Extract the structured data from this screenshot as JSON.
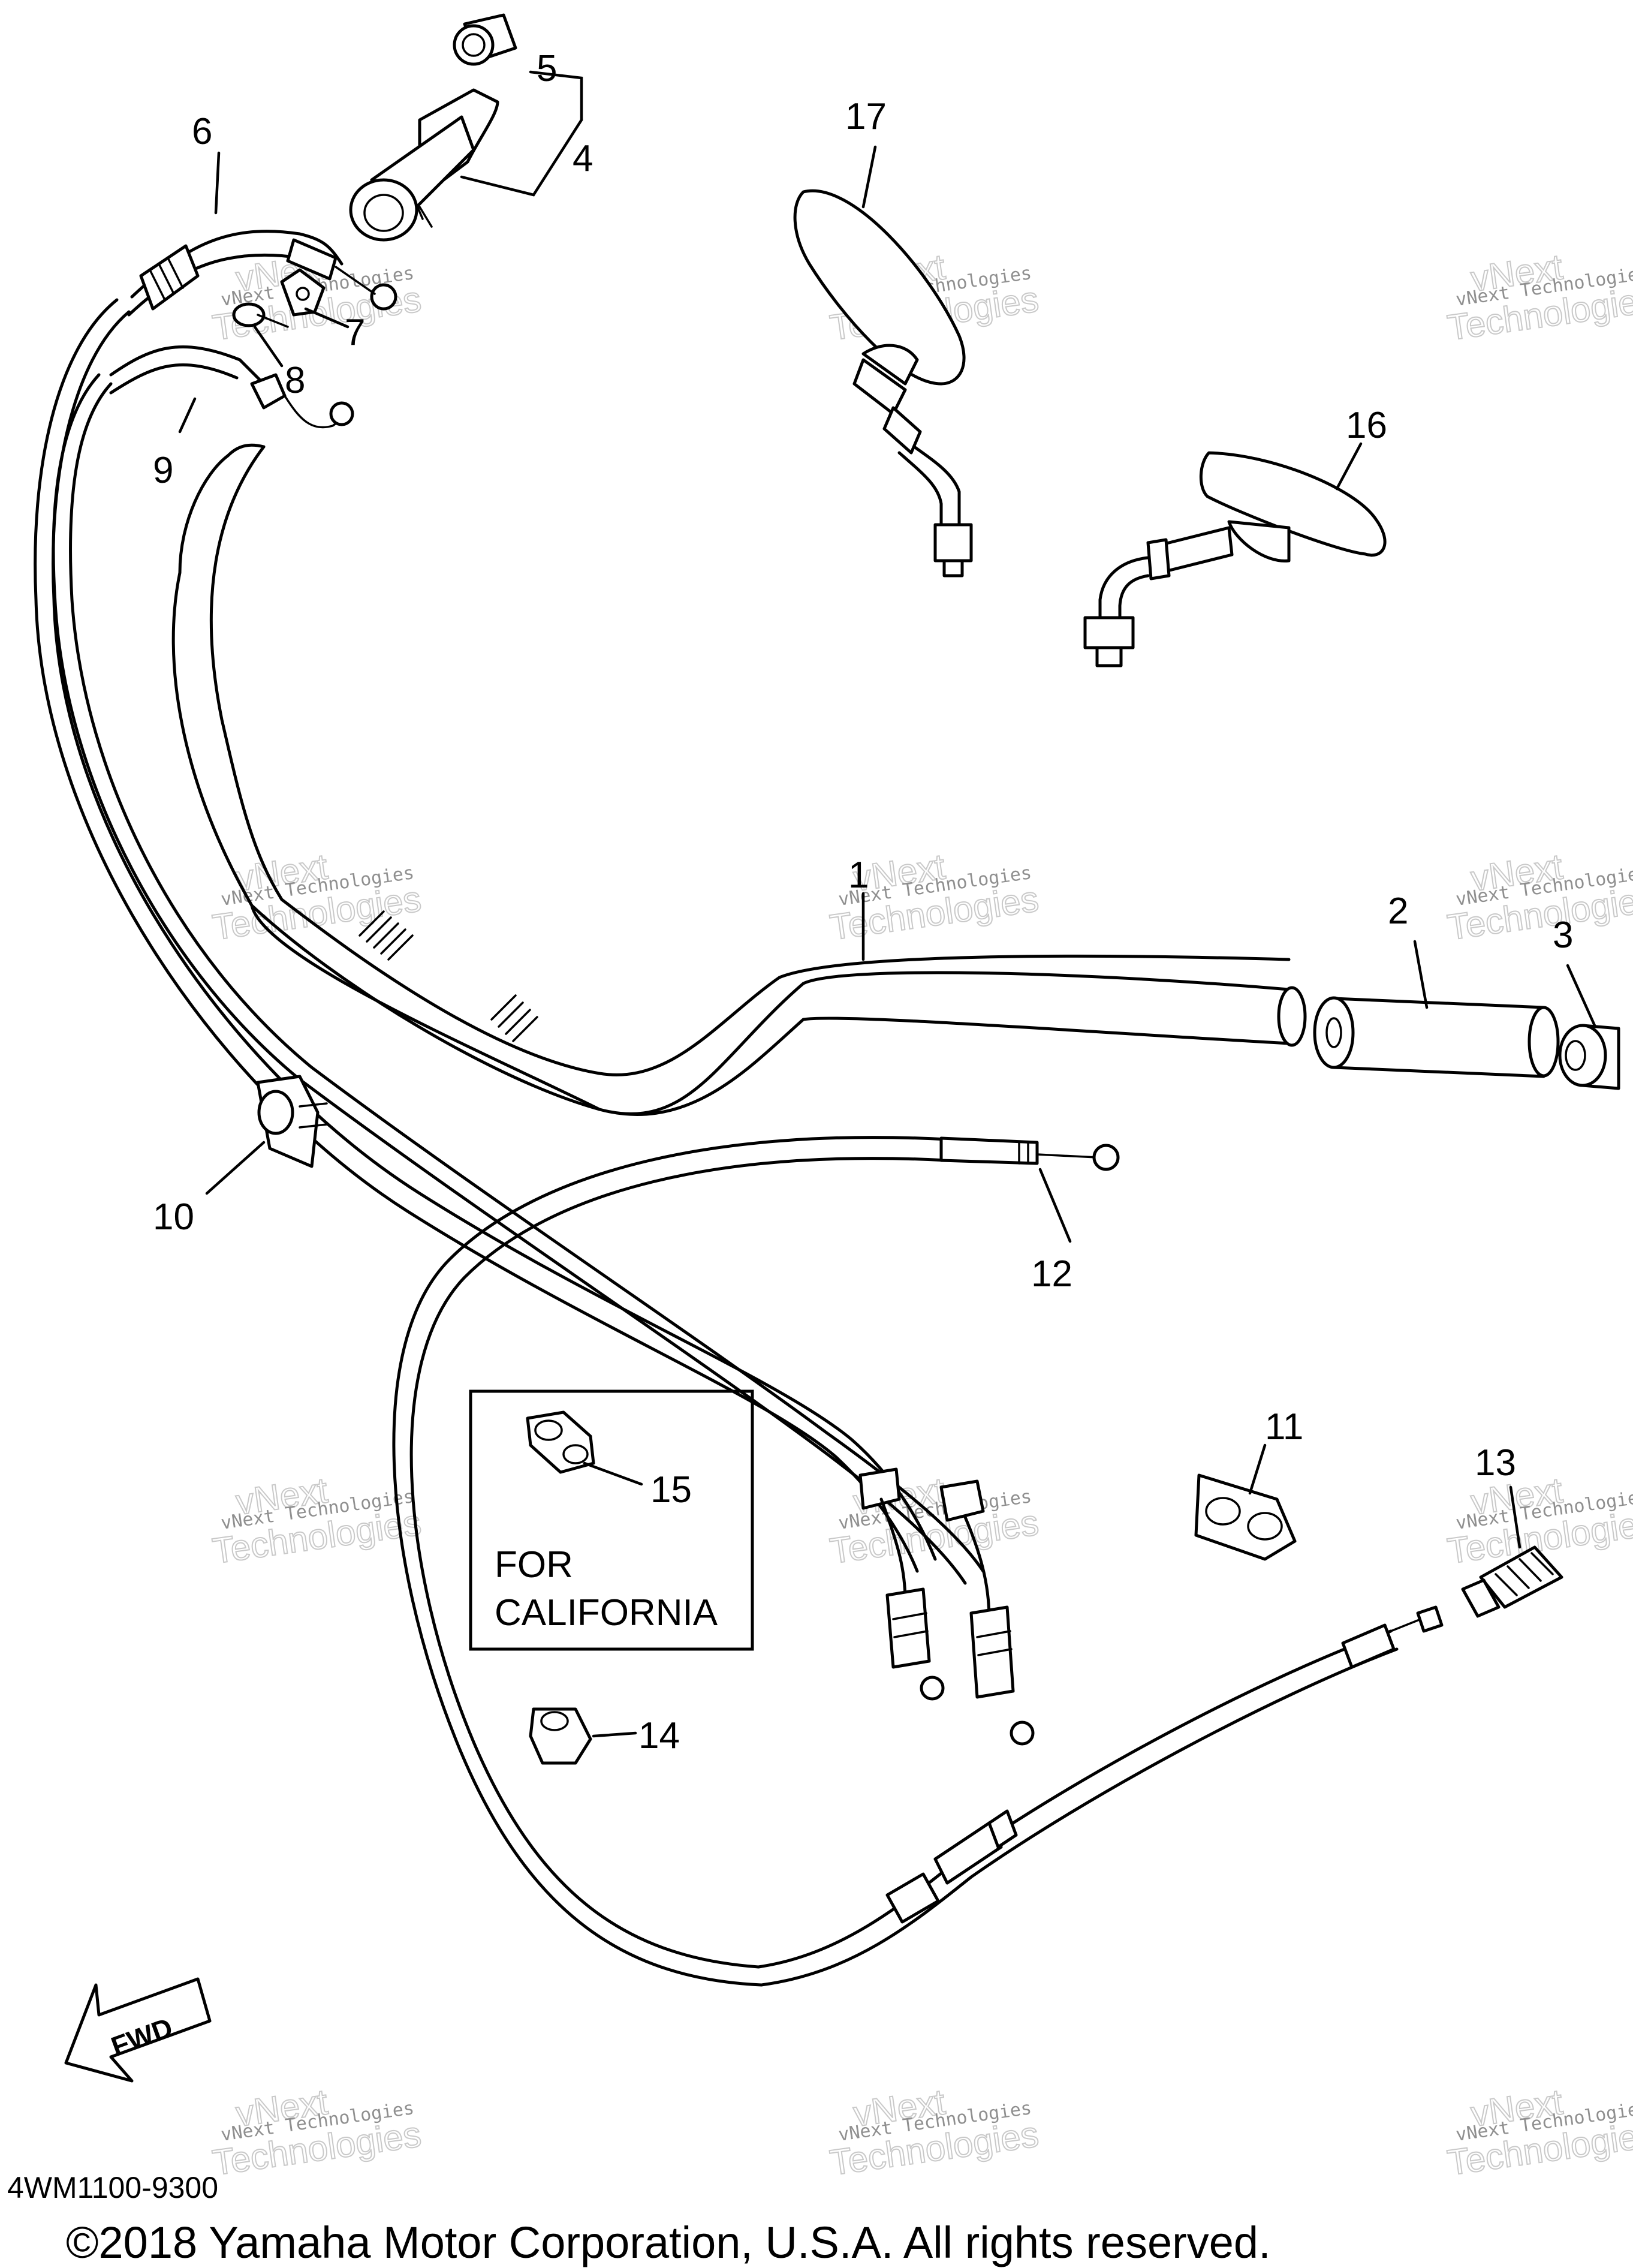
{
  "callouts": [
    {
      "id": "1",
      "label": "1"
    },
    {
      "id": "2",
      "label": "2"
    },
    {
      "id": "3",
      "label": "3"
    },
    {
      "id": "4",
      "label": "4"
    },
    {
      "id": "5",
      "label": "5"
    },
    {
      "id": "6",
      "label": "6"
    },
    {
      "id": "7",
      "label": "7"
    },
    {
      "id": "8",
      "label": "8"
    },
    {
      "id": "9",
      "label": "9"
    },
    {
      "id": "10",
      "label": "10"
    },
    {
      "id": "11",
      "label": "11"
    },
    {
      "id": "12",
      "label": "12"
    },
    {
      "id": "13",
      "label": "13"
    },
    {
      "id": "14",
      "label": "14"
    },
    {
      "id": "15",
      "label": "15"
    },
    {
      "id": "16",
      "label": "16"
    },
    {
      "id": "17",
      "label": "17"
    }
  ],
  "california_box": {
    "line1": "FOR",
    "line2": "CALIFORNIA"
  },
  "fwd_label": "FWD",
  "diagram_code": "4WM1100-9300",
  "copyright": "©2018 Yamaha Motor Corporation, U.S.A. All rights reserved.",
  "watermark": {
    "line1": "vNext Technologies",
    "line2": "vNext",
    "line3": "Technologies"
  }
}
